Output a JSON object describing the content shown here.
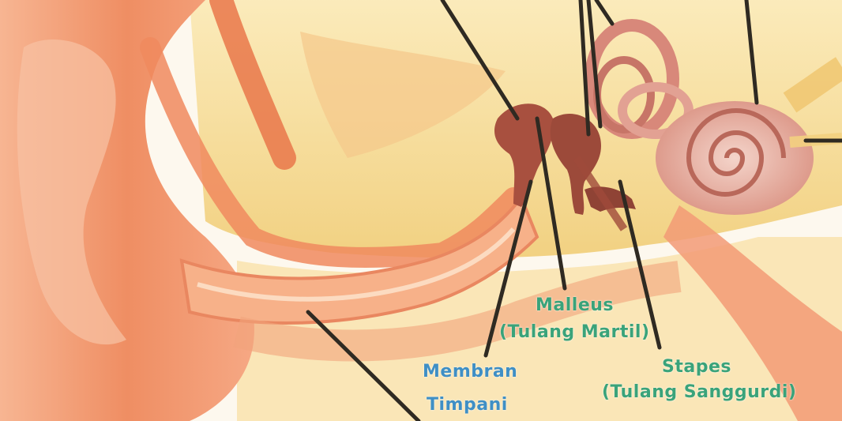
{
  "labels": {
    "malleus": {
      "line1": "Malleus",
      "line2": "(Tulang Martil)"
    },
    "membran": {
      "line1": "Membran",
      "line2": "Timpani"
    },
    "stapes": {
      "line1": "Stapes",
      "line2": "(Tulang Sanggurdi)"
    }
  },
  "colors": {
    "label_green": "#3aa37a",
    "label_blue": "#3f8fc5",
    "leader_line": "#2f2a22",
    "skin": "#f0a07a",
    "bone": "#f4d88a",
    "cochlea": "#e6b2a2"
  }
}
